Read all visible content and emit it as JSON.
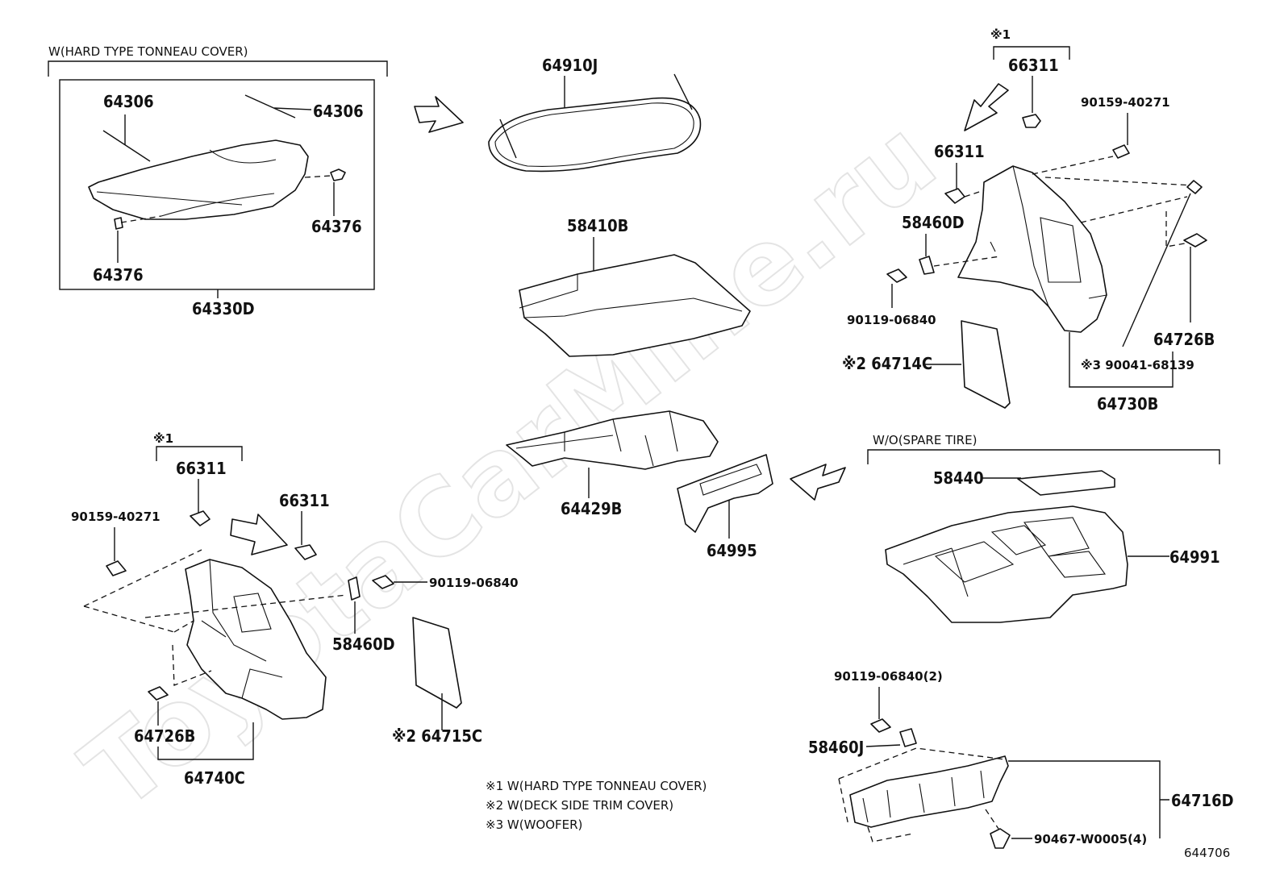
{
  "diagram": {
    "watermark": "ToyotaCarMine.ru",
    "diagram_id": "644706",
    "groups": {
      "hard_cover": "W(HARD TYPE TONNEAU COVER)",
      "spare_tire": "W/O(SPARE TIRE)",
      "note1_mark": "※1",
      "note1_mark_left": "※1"
    },
    "parts": {
      "p64306_a": "64306",
      "p64306_b": "64306",
      "p64376_a": "64376",
      "p64376_b": "64376",
      "p64330D": "64330D",
      "p64910J": "64910J",
      "p58410B": "58410B",
      "p64429B": "64429B",
      "p64995": "64995",
      "p66311_r1": "66311",
      "p66311_r2": "66311",
      "p90159_r": "90159-40271",
      "p58460D_r": "58460D",
      "p90119_r": "90119-06840",
      "p64714C": "※2 64714C",
      "p64726B_r": "64726B",
      "p90041": "※3 90041-68139",
      "p64730B": "64730B",
      "p58440": "58440",
      "p64991": "64991",
      "p66311_l1": "66311",
      "p66311_l2": "66311",
      "p90159_l": "90159-40271",
      "p90119_l": "90119-06840",
      "p58460D_l": "58460D",
      "p64715C": "※2 64715C",
      "p64726B_l": "64726B",
      "p64740C": "64740C",
      "p90119_b": "90119-06840(2)",
      "p58460J": "58460J",
      "p64716D": "64716D",
      "p90467": "90467-W0005(4)"
    },
    "notes": [
      "※1 W(HARD TYPE TONNEAU COVER)",
      "※2 W(DECK SIDE TRIM COVER)",
      "※3 W(WOOFER)"
    ]
  }
}
